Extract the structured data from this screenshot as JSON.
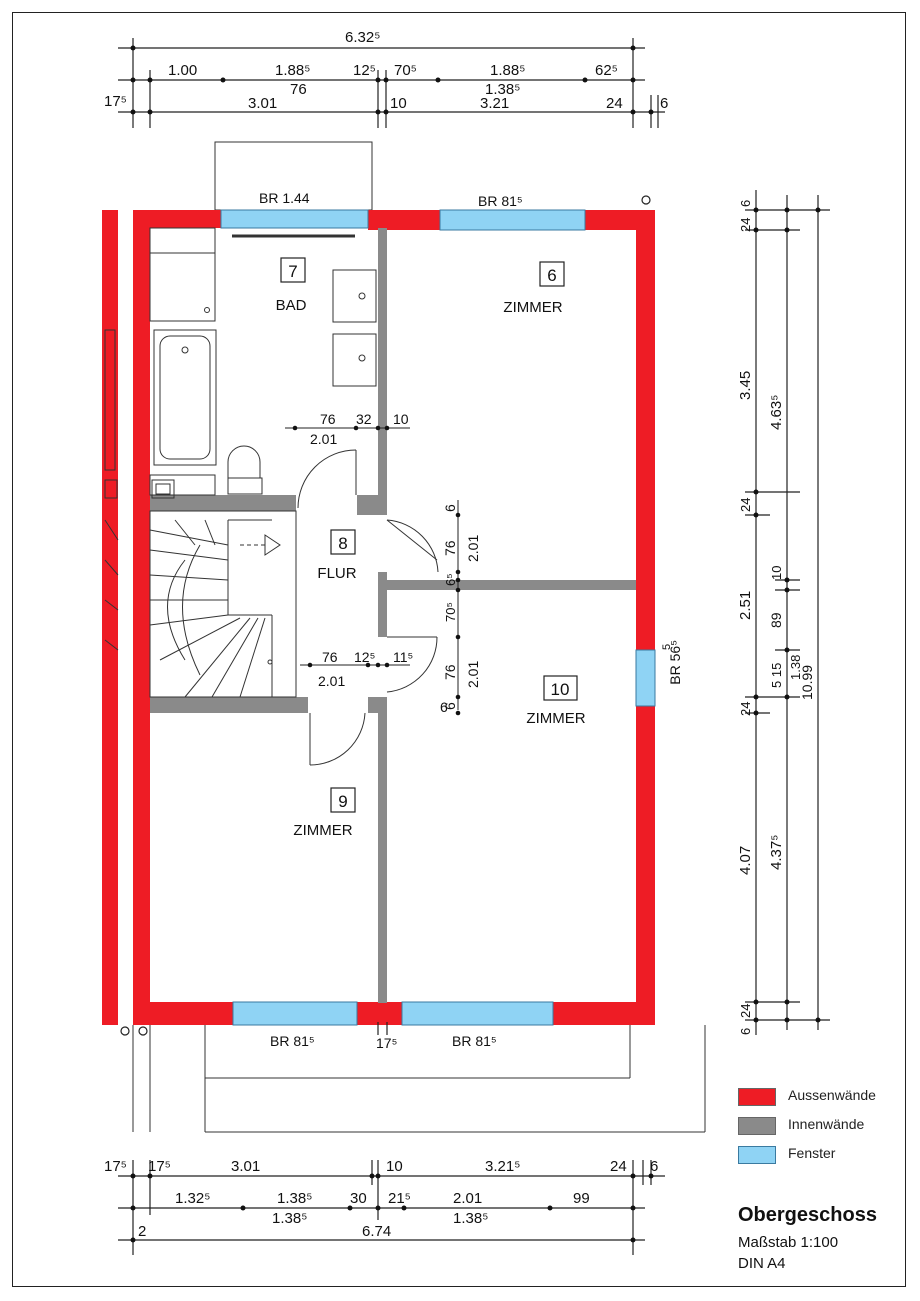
{
  "colors": {
    "exterior": "#ee1c25",
    "interior": "#8a8a8a",
    "window": "#8fd3f4"
  },
  "rooms": [
    {
      "num": "7",
      "name": "BAD"
    },
    {
      "num": "6",
      "name": "ZIMMER"
    },
    {
      "num": "8",
      "name": "FLUR"
    },
    {
      "num": "10",
      "name": "ZIMMER"
    },
    {
      "num": "9",
      "name": "ZIMMER"
    }
  ],
  "windows": {
    "bad": "BR 1.44",
    "zimmer6": "BR 81⁵",
    "zimmer9": "BR 81⁵",
    "zimmer10_bottom": "BR 81⁵",
    "zimmer10_side": "BR 56⁵"
  },
  "dims_top": {
    "row1": [
      "6.32⁵"
    ],
    "row2": [
      "1.00",
      "1.88⁵",
      "12⁵",
      "70⁵",
      "1.88⁵",
      "62⁵"
    ],
    "row3": [
      "17⁵",
      "76",
      "1.38⁵"
    ],
    "row4": [
      "3.01",
      "10",
      "3.21",
      "24",
      "6"
    ]
  },
  "dims_inner": [
    "76",
    "2.01",
    "32",
    "10",
    "6",
    "76",
    "2.01",
    "6⁵",
    "70⁵",
    "6",
    "76",
    "12⁵",
    "11⁵",
    "2.01",
    "76",
    "2.01",
    "6"
  ],
  "dims_right": [
    "24",
    "6",
    "3.45",
    "4.63⁵",
    "24",
    "10",
    "2.51",
    "89",
    "5 15",
    "1.38",
    "10.99",
    "24",
    "4.07",
    "4.37⁵",
    "6",
    "24",
    "5"
  ],
  "dims_bottom": {
    "row1": [
      "17⁵",
      "17⁵",
      "3.01",
      "10",
      "3.21⁵",
      "24",
      "6"
    ],
    "row2": [
      "1.32⁵",
      "1.38⁵",
      "30",
      "21⁵",
      "2.01",
      "99"
    ],
    "row3": [
      "1.38⁵",
      "1.38⁵"
    ],
    "row4": [
      "2",
      "6.74"
    ],
    "between": "17⁵"
  },
  "legend": [
    {
      "label": "Aussenwände"
    },
    {
      "label": "Innenwände"
    },
    {
      "label": "Fenster"
    }
  ],
  "title": "Obergeschoss",
  "scale": "Maßstab 1:100",
  "paper": "DIN A4"
}
